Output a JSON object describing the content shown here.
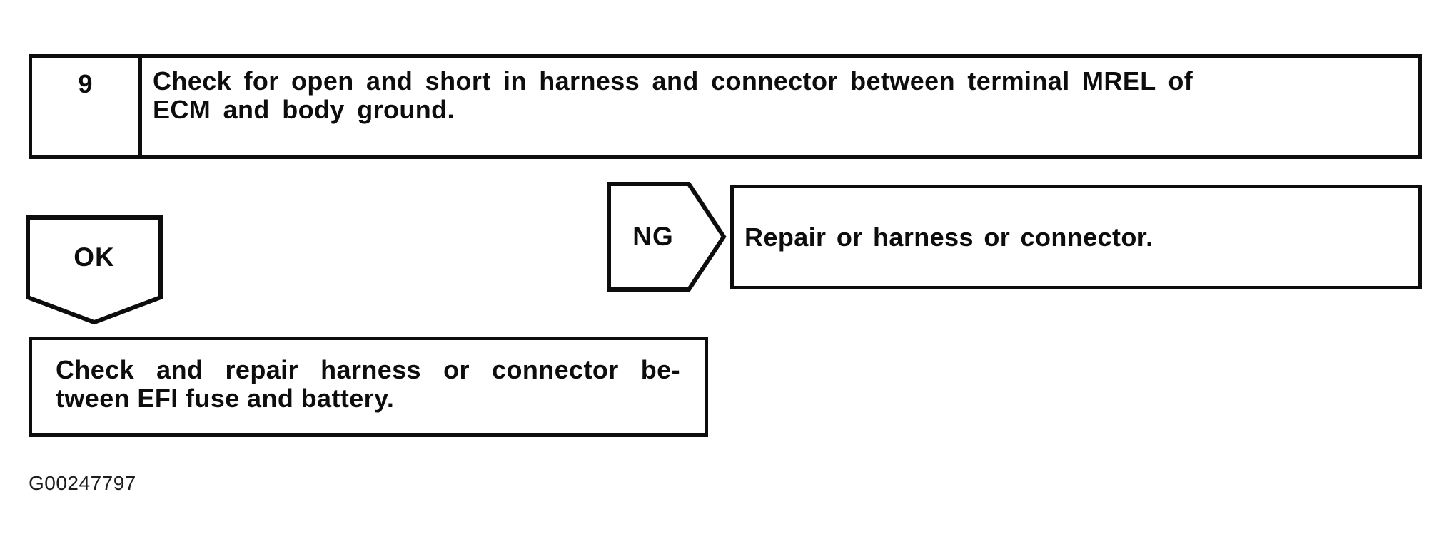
{
  "page": {
    "background_color": "#ffffff",
    "ink_color": "#0d0d0d",
    "figure_code": "G00247797"
  },
  "flowchart": {
    "step_box": {
      "number": "9",
      "instruction_lines": [
        "Check for open and short in harness and connector between terminal MREL of",
        "ECM and body ground."
      ]
    },
    "ng_branch": {
      "label": "NG",
      "result_text": "Repair or harness or connector."
    },
    "ok_branch": {
      "label": "OK",
      "result_lines": [
        "Check and repair harness or connector be-",
        "tween EFI fuse and battery."
      ]
    }
  }
}
